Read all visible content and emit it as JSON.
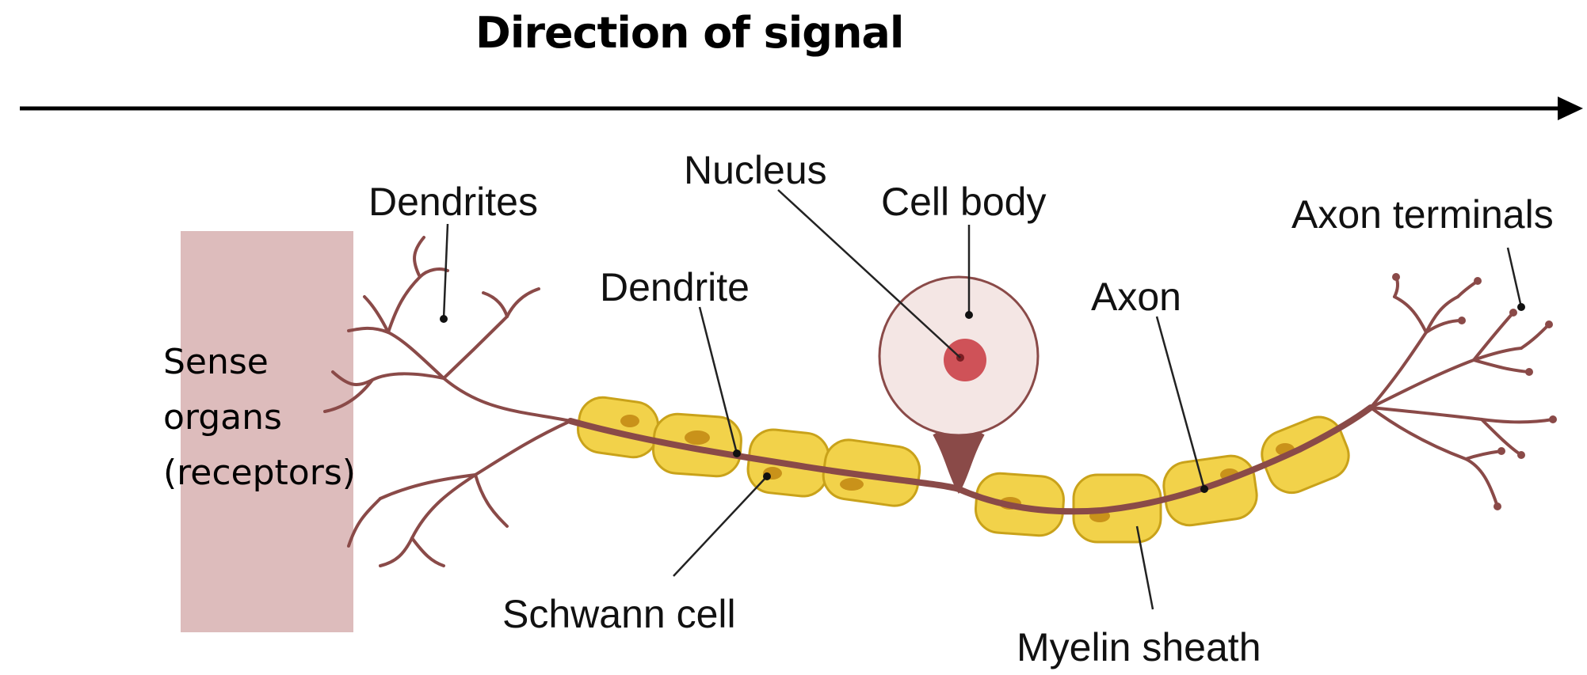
{
  "title": "Direction of signal",
  "sense_organs": [
    "Sense",
    "organs",
    "(receptors)"
  ],
  "labels": {
    "dendrites": "Dendrites",
    "nucleus": "Nucleus",
    "cell_body": "Cell body",
    "axon_terminals": "Axon terminals",
    "dendrite": "Dendrite",
    "axon": "Axon",
    "schwann_cell": "Schwann cell",
    "myelin_sheath": "Myelin sheath"
  },
  "colors": {
    "receptor_box": "#ddbcbc",
    "myelin_fill": "#f2d24a",
    "myelin_edge": "#c9a21a",
    "neuron_brown": "#8a4a48",
    "cell_body_fill": "#f4e6e4",
    "nucleus_fill": "#cf5258"
  }
}
